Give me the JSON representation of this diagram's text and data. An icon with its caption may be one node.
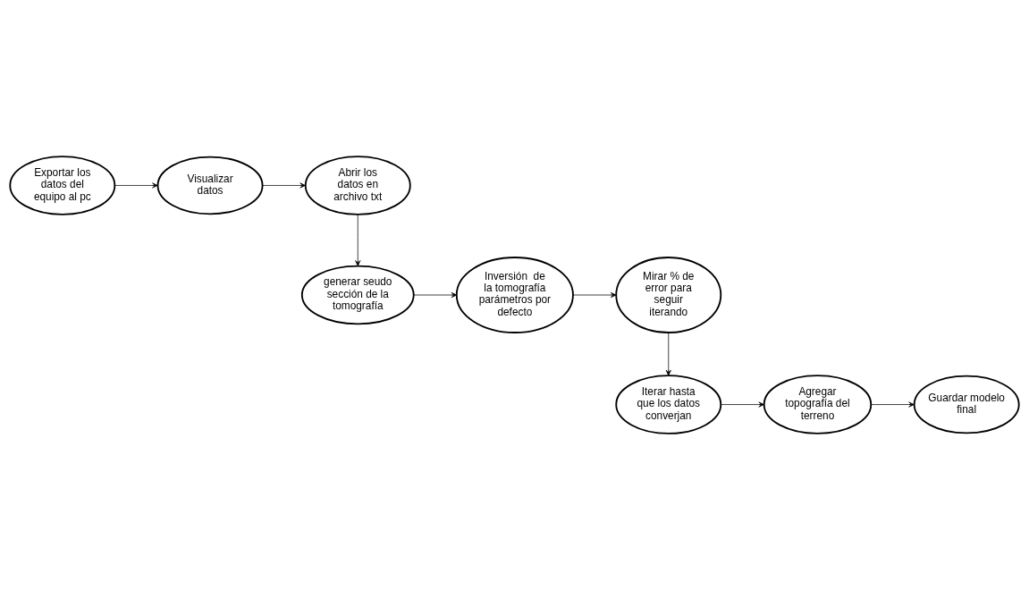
{
  "diagram": {
    "nodes": [
      {
        "text": [
          "Exportar los datos del equipo al pc"
        ]
      },
      {
        "text": [
          "Visualizar datos"
        ]
      },
      {
        "text": [
          "Abrir los datos en archivo txt"
        ]
      },
      {
        "text": [
          "generar seudo sección de la tomografía"
        ]
      },
      {
        "text": [
          "Inversión  de la tomografía parámetros por defecto"
        ]
      },
      {
        "text": [
          "Mirar % de error para seguir iterando"
        ]
      },
      {
        "text": [
          "Iterar hasta que los datos converjan"
        ]
      },
      {
        "text": [
          "Agregar topografía del terreno"
        ]
      },
      {
        "text": [
          "Guardar modelo final"
        ]
      }
    ],
    "edges": [
      {
        "from": 0,
        "to": 1,
        "arrow": "to"
      },
      {
        "from": 1,
        "to": 2,
        "arrow": "to"
      },
      {
        "from": 2,
        "to": 3,
        "arrow": "to"
      },
      {
        "from": 3,
        "to": 4,
        "arrow": "to"
      },
      {
        "from": 4,
        "to": 5,
        "arrow": "to"
      },
      {
        "from": 5,
        "to": 6,
        "arrow": "to"
      },
      {
        "from": 6,
        "to": 7,
        "arrow": "to"
      },
      {
        "from": 7,
        "to": 8,
        "arrow": "to"
      }
    ]
  }
}
